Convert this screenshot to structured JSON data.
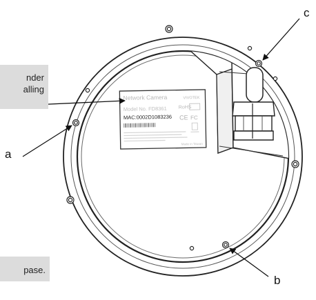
{
  "callouts": {
    "top": {
      "line1": "nder",
      "line2": "alling"
    },
    "bottom": {
      "line1": "pase."
    }
  },
  "labels": {
    "a": "a",
    "b": "b",
    "c": "c"
  },
  "sticker": {
    "brand": "Network Camera",
    "vendor_logo": "VIVOTEK",
    "model": "Model No. FD8361",
    "mac": "MAC:0002D1083236",
    "rohs": "RoHS",
    "ce": "CE",
    "fc": "FC",
    "footer": "Made in Taiwan"
  },
  "colors": {
    "callout_bg": "#dcdcdc",
    "line": "#111111",
    "sticker_text": "#b8b8b8"
  }
}
